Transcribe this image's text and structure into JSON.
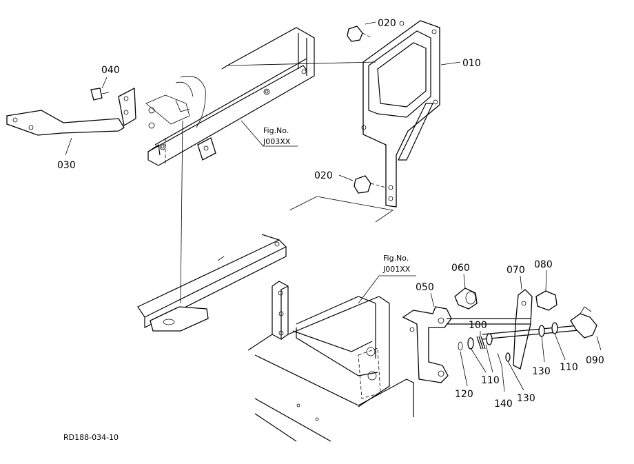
{
  "diagram": {
    "part_labels": [
      {
        "id": "010",
        "text": "010"
      },
      {
        "id": "020a",
        "text": "020"
      },
      {
        "id": "020b",
        "text": "020"
      },
      {
        "id": "030",
        "text": "030"
      },
      {
        "id": "040",
        "text": "040"
      },
      {
        "id": "050",
        "text": "050"
      },
      {
        "id": "060",
        "text": "060"
      },
      {
        "id": "070",
        "text": "070"
      },
      {
        "id": "080",
        "text": "080"
      },
      {
        "id": "090",
        "text": "090"
      },
      {
        "id": "100",
        "text": "100"
      },
      {
        "id": "110a",
        "text": "110"
      },
      {
        "id": "110b",
        "text": "110"
      },
      {
        "id": "120",
        "text": "120"
      },
      {
        "id": "130a",
        "text": "130"
      },
      {
        "id": "130b",
        "text": "130"
      },
      {
        "id": "140",
        "text": "140"
      }
    ],
    "figure_refs": [
      {
        "label": "Fig.No.",
        "number": "J003XX"
      },
      {
        "label": "Fig.No.",
        "number": "J001XX"
      }
    ],
    "drawing_code": "RD188-034-10"
  }
}
